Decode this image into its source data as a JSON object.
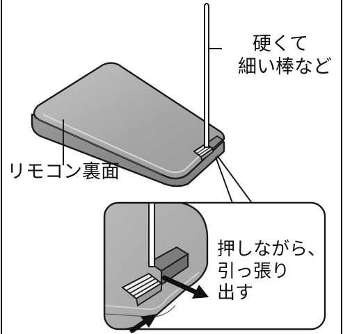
{
  "labels": {
    "stick_line1": "硬くて",
    "stick_line2": "細い棒など",
    "remote_back": "リモコン裏面",
    "pull_line1": "押しながら、",
    "pull_line2": "引っ張り",
    "pull_line3": "出す"
  },
  "colors": {
    "remote_face": "#a9a9a9",
    "remote_edge": "#8b8b8b",
    "outline": "#1a1a1a",
    "arrow": "#111111"
  }
}
